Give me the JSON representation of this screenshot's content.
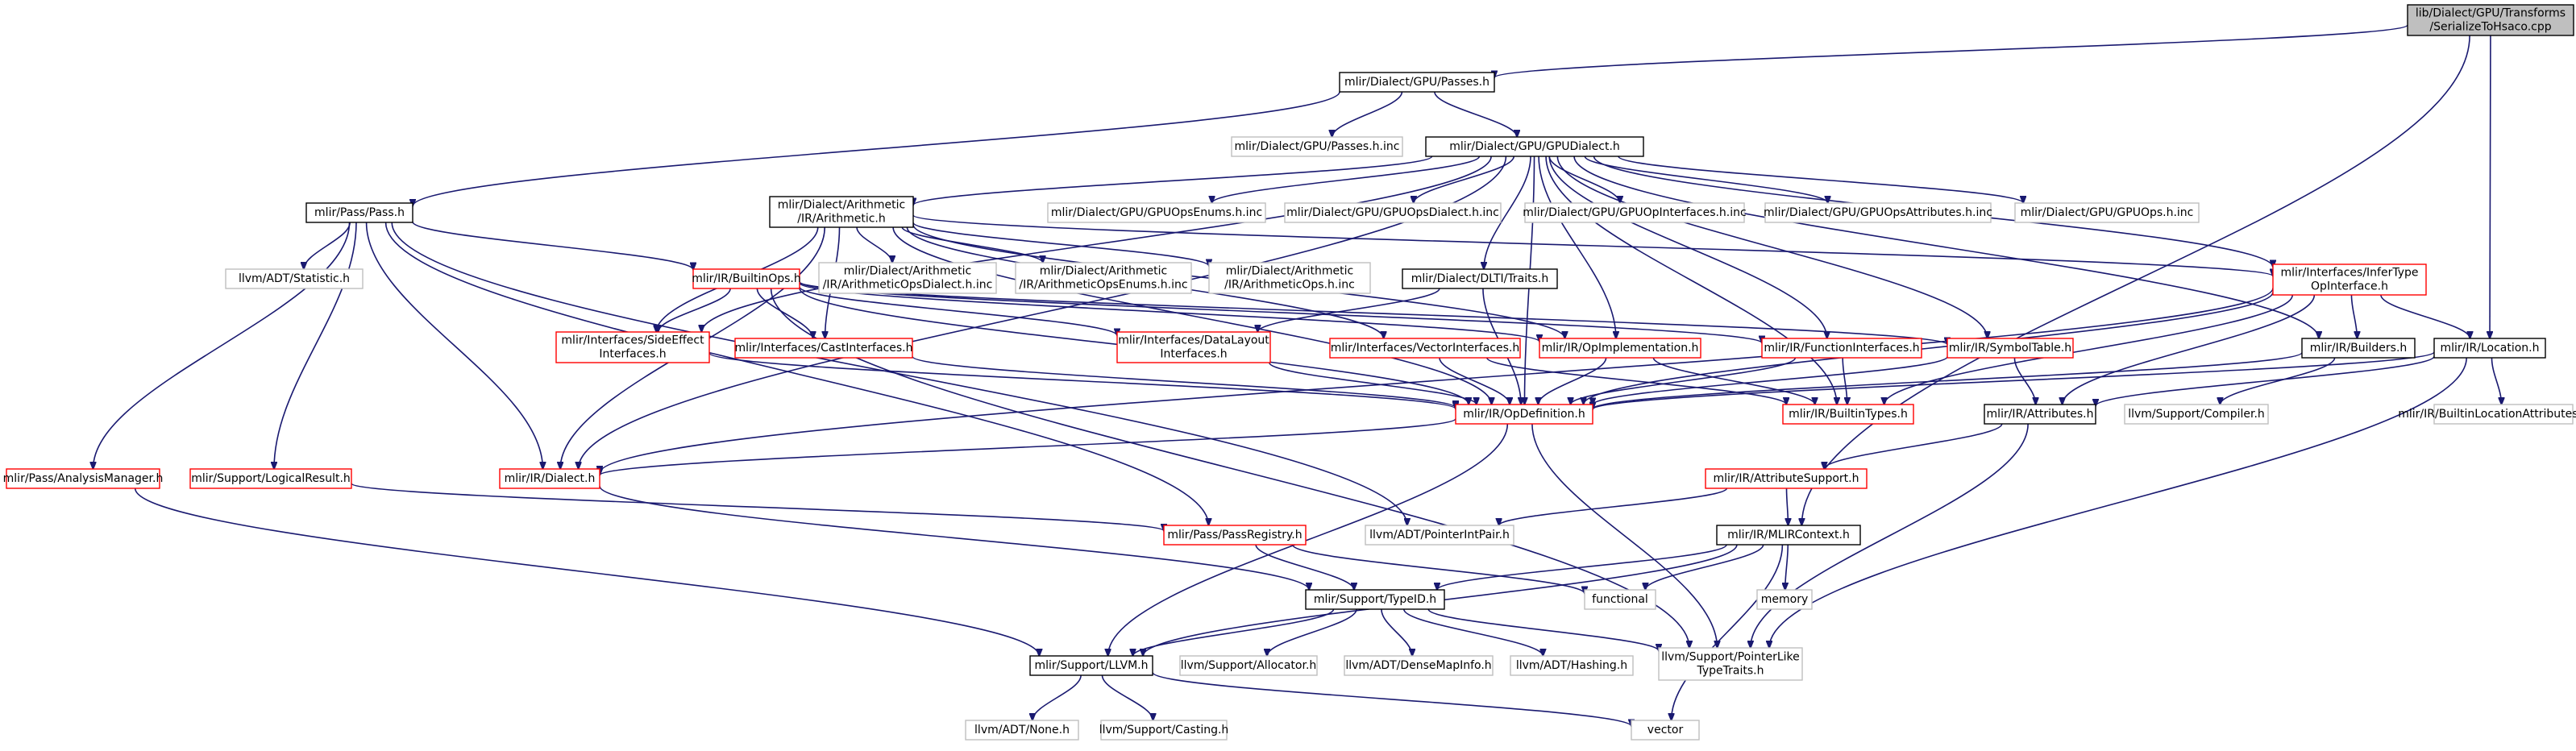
{
  "root_file": "lib/Dialect/GPU/Transforms/SerializeToHsaco.cpp",
  "nodes": {
    "serialize": {
      "lines": [
        "lib/Dialect/GPU/Transforms",
        "/SerializeToHsaco.cpp"
      ],
      "kind": "root"
    },
    "passes": {
      "lines": [
        "mlir/Dialect/GPU/Passes.h"
      ],
      "kind": "black"
    },
    "passes_inc": {
      "lines": [
        "mlir/Dialect/GPU/Passes.h.inc"
      ],
      "kind": "gray"
    },
    "gpudialect": {
      "lines": [
        "mlir/Dialect/GPU/GPUDialect.h"
      ],
      "kind": "black"
    },
    "pass": {
      "lines": [
        "mlir/Pass/Pass.h"
      ],
      "kind": "black"
    },
    "arith": {
      "lines": [
        "mlir/Dialect/Arithmetic",
        "/IR/Arithmetic.h"
      ],
      "kind": "black"
    },
    "gpuopsenums": {
      "lines": [
        "mlir/Dialect/GPU/GPUOpsEnums.h.inc"
      ],
      "kind": "gray"
    },
    "gpuopsdialect": {
      "lines": [
        "mlir/Dialect/GPU/GPUOpsDialect.h.inc"
      ],
      "kind": "gray"
    },
    "gpuopinterfaces": {
      "lines": [
        "mlir/Dialect/GPU/GPUOpInterfaces.h.inc"
      ],
      "kind": "gray"
    },
    "gpuopsattributes": {
      "lines": [
        "mlir/Dialect/GPU/GPUOpsAttributes.h.inc"
      ],
      "kind": "gray"
    },
    "gpuops": {
      "lines": [
        "mlir/Dialect/GPU/GPUOps.h.inc"
      ],
      "kind": "gray"
    },
    "statistic": {
      "lines": [
        "llvm/ADT/Statistic.h"
      ],
      "kind": "gray"
    },
    "builtinops": {
      "lines": [
        "mlir/IR/BuiltinOps.h"
      ],
      "kind": "red"
    },
    "arithdialect": {
      "lines": [
        "mlir/Dialect/Arithmetic",
        "/IR/ArithmeticOpsDialect.h.inc"
      ],
      "kind": "gray"
    },
    "arithenums": {
      "lines": [
        "mlir/Dialect/Arithmetic",
        "/IR/ArithmeticOpsEnums.h.inc"
      ],
      "kind": "gray"
    },
    "arithops": {
      "lines": [
        "mlir/Dialect/Arithmetic",
        "/IR/ArithmeticOps.h.inc"
      ],
      "kind": "gray"
    },
    "dlti": {
      "lines": [
        "mlir/Dialect/DLTI/Traits.h"
      ],
      "kind": "black"
    },
    "infertype": {
      "lines": [
        "mlir/Interfaces/InferType",
        "OpInterface.h"
      ],
      "kind": "red"
    },
    "sideeffect": {
      "lines": [
        "mlir/Interfaces/SideEffect",
        "Interfaces.h"
      ],
      "kind": "red"
    },
    "castinterfaces": {
      "lines": [
        "mlir/Interfaces/CastInterfaces.h"
      ],
      "kind": "red"
    },
    "datalayout": {
      "lines": [
        "mlir/Interfaces/DataLayout",
        "Interfaces.h"
      ],
      "kind": "red"
    },
    "vectorinterfaces": {
      "lines": [
        "mlir/Interfaces/VectorInterfaces.h"
      ],
      "kind": "red"
    },
    "opimplementation": {
      "lines": [
        "mlir/IR/OpImplementation.h"
      ],
      "kind": "red"
    },
    "functioninterfaces": {
      "lines": [
        "mlir/IR/FunctionInterfaces.h"
      ],
      "kind": "red"
    },
    "symboltable": {
      "lines": [
        "mlir/IR/SymbolTable.h"
      ],
      "kind": "red"
    },
    "builders": {
      "lines": [
        "mlir/IR/Builders.h"
      ],
      "kind": "black"
    },
    "location": {
      "lines": [
        "mlir/IR/Location.h"
      ],
      "kind": "black"
    },
    "opdefinition": {
      "lines": [
        "mlir/IR/OpDefinition.h"
      ],
      "kind": "red"
    },
    "builtintypes": {
      "lines": [
        "mlir/IR/BuiltinTypes.h"
      ],
      "kind": "red"
    },
    "attributes": {
      "lines": [
        "mlir/IR/Attributes.h"
      ],
      "kind": "black"
    },
    "compiler": {
      "lines": [
        "llvm/Support/Compiler.h"
      ],
      "kind": "gray"
    },
    "builtinlocattrs": {
      "lines": [
        "mlir/IR/BuiltinLocationAttributes.h.inc"
      ],
      "kind": "gray"
    },
    "analysismanager": {
      "lines": [
        "mlir/Pass/AnalysisManager.h"
      ],
      "kind": "red"
    },
    "logicalresult": {
      "lines": [
        "mlir/Support/LogicalResult.h"
      ],
      "kind": "red"
    },
    "dialect": {
      "lines": [
        "mlir/IR/Dialect.h"
      ],
      "kind": "red"
    },
    "attributesupport": {
      "lines": [
        "mlir/IR/AttributeSupport.h"
      ],
      "kind": "red"
    },
    "pointerintpair": {
      "lines": [
        "llvm/ADT/PointerIntPair.h"
      ],
      "kind": "gray"
    },
    "passregistry": {
      "lines": [
        "mlir/Pass/PassRegistry.h"
      ],
      "kind": "red"
    },
    "mlircontext": {
      "lines": [
        "mlir/IR/MLIRContext.h"
      ],
      "kind": "black"
    },
    "functional": {
      "lines": [
        "functional"
      ],
      "kind": "gray"
    },
    "memory": {
      "lines": [
        "memory"
      ],
      "kind": "gray"
    },
    "typeid": {
      "lines": [
        "mlir/Support/TypeID.h"
      ],
      "kind": "black"
    },
    "llvmh": {
      "lines": [
        "mlir/Support/LLVM.h"
      ],
      "kind": "black"
    },
    "allocator": {
      "lines": [
        "llvm/Support/Allocator.h"
      ],
      "kind": "gray"
    },
    "densemapinfo": {
      "lines": [
        "llvm/ADT/DenseMapInfo.h"
      ],
      "kind": "gray"
    },
    "hashing": {
      "lines": [
        "llvm/ADT/Hashing.h"
      ],
      "kind": "gray"
    },
    "pointerlike": {
      "lines": [
        "llvm/Support/PointerLike",
        "TypeTraits.h"
      ],
      "kind": "gray"
    },
    "none": {
      "lines": [
        "llvm/ADT/None.h"
      ],
      "kind": "gray"
    },
    "casting": {
      "lines": [
        "llvm/Support/Casting.h"
      ],
      "kind": "gray"
    },
    "vector": {
      "lines": [
        "vector"
      ],
      "kind": "gray"
    }
  },
  "edges": [
    [
      "serialize",
      "passes"
    ],
    [
      "serialize",
      "location"
    ],
    [
      "serialize",
      "mlircontext"
    ],
    [
      "passes",
      "passes_inc"
    ],
    [
      "passes",
      "gpudialect"
    ],
    [
      "passes",
      "pass"
    ],
    [
      "gpudialect",
      "arith"
    ],
    [
      "gpudialect",
      "gpuopsenums"
    ],
    [
      "gpudialect",
      "gpuopsdialect"
    ],
    [
      "gpudialect",
      "gpuopinterfaces"
    ],
    [
      "gpudialect",
      "gpuopsattributes"
    ],
    [
      "gpudialect",
      "gpuops"
    ],
    [
      "gpudialect",
      "dlti"
    ],
    [
      "gpudialect",
      "infertype"
    ],
    [
      "gpudialect",
      "sideeffect"
    ],
    [
      "gpudialect",
      "opimplementation"
    ],
    [
      "gpudialect",
      "functioninterfaces"
    ],
    [
      "gpudialect",
      "symboltable"
    ],
    [
      "gpudialect",
      "builders"
    ],
    [
      "gpudialect",
      "builtintypes"
    ],
    [
      "gpudialect",
      "dialect"
    ],
    [
      "gpudialect",
      "opdefinition"
    ],
    [
      "pass",
      "statistic"
    ],
    [
      "pass",
      "builtinops"
    ],
    [
      "pass",
      "analysismanager"
    ],
    [
      "pass",
      "logicalresult"
    ],
    [
      "pass",
      "dialect"
    ],
    [
      "pass",
      "passregistry"
    ],
    [
      "pass",
      "pointerintpair"
    ],
    [
      "arith",
      "arithdialect"
    ],
    [
      "arith",
      "arithenums"
    ],
    [
      "arith",
      "arithops"
    ],
    [
      "arith",
      "infertype"
    ],
    [
      "arith",
      "sideeffect"
    ],
    [
      "arith",
      "castinterfaces"
    ],
    [
      "arith",
      "vectorinterfaces"
    ],
    [
      "arith",
      "opimplementation"
    ],
    [
      "arith",
      "dialect"
    ],
    [
      "arith",
      "opdefinition"
    ],
    [
      "builtinops",
      "sideeffect"
    ],
    [
      "builtinops",
      "castinterfaces"
    ],
    [
      "builtinops",
      "datalayout"
    ],
    [
      "builtinops",
      "opimplementation"
    ],
    [
      "builtinops",
      "functioninterfaces"
    ],
    [
      "builtinops",
      "symboltable"
    ],
    [
      "builtinops",
      "opdefinition"
    ],
    [
      "builtinops",
      "pointerlike"
    ],
    [
      "dlti",
      "opdefinition"
    ],
    [
      "dlti",
      "datalayout"
    ],
    [
      "infertype",
      "builders"
    ],
    [
      "infertype",
      "location"
    ],
    [
      "infertype",
      "opdefinition"
    ],
    [
      "infertype",
      "builtintypes"
    ],
    [
      "infertype",
      "attributes"
    ],
    [
      "infertype",
      "dialect"
    ],
    [
      "sideeffect",
      "opdefinition"
    ],
    [
      "castinterfaces",
      "opdefinition"
    ],
    [
      "datalayout",
      "opdefinition"
    ],
    [
      "vectorinterfaces",
      "opdefinition"
    ],
    [
      "vectorinterfaces",
      "builtintypes"
    ],
    [
      "opimplementation",
      "opdefinition"
    ],
    [
      "opimplementation",
      "builtintypes"
    ],
    [
      "functioninterfaces",
      "opdefinition"
    ],
    [
      "functioninterfaces",
      "builtintypes"
    ],
    [
      "symboltable",
      "opdefinition"
    ],
    [
      "symboltable",
      "attributes"
    ],
    [
      "builders",
      "opdefinition"
    ],
    [
      "builders",
      "compiler"
    ],
    [
      "location",
      "attributes"
    ],
    [
      "location",
      "builtinlocattrs"
    ],
    [
      "location",
      "pointerlike"
    ],
    [
      "location",
      "opdefinition"
    ],
    [
      "opdefinition",
      "dialect"
    ],
    [
      "opdefinition",
      "llvmh"
    ],
    [
      "opdefinition",
      "pointerlike"
    ],
    [
      "attributes",
      "attributesupport"
    ],
    [
      "attributes",
      "pointerlike"
    ],
    [
      "analysismanager",
      "llvmh"
    ],
    [
      "logicalresult",
      "passregistry"
    ],
    [
      "dialect",
      "typeid"
    ],
    [
      "attributesupport",
      "mlircontext"
    ],
    [
      "attributesupport",
      "pointerintpair"
    ],
    [
      "passregistry",
      "typeid"
    ],
    [
      "passregistry",
      "functional"
    ],
    [
      "mlircontext",
      "functional"
    ],
    [
      "mlircontext",
      "memory"
    ],
    [
      "mlircontext",
      "typeid"
    ],
    [
      "mlircontext",
      "llvmh"
    ],
    [
      "mlircontext",
      "vector"
    ],
    [
      "typeid",
      "llvmh"
    ],
    [
      "typeid",
      "allocator"
    ],
    [
      "typeid",
      "densemapinfo"
    ],
    [
      "typeid",
      "hashing"
    ],
    [
      "typeid",
      "pointerlike"
    ],
    [
      "llvmh",
      "none"
    ],
    [
      "llvmh",
      "casting"
    ],
    [
      "llvmh",
      "vector"
    ]
  ]
}
